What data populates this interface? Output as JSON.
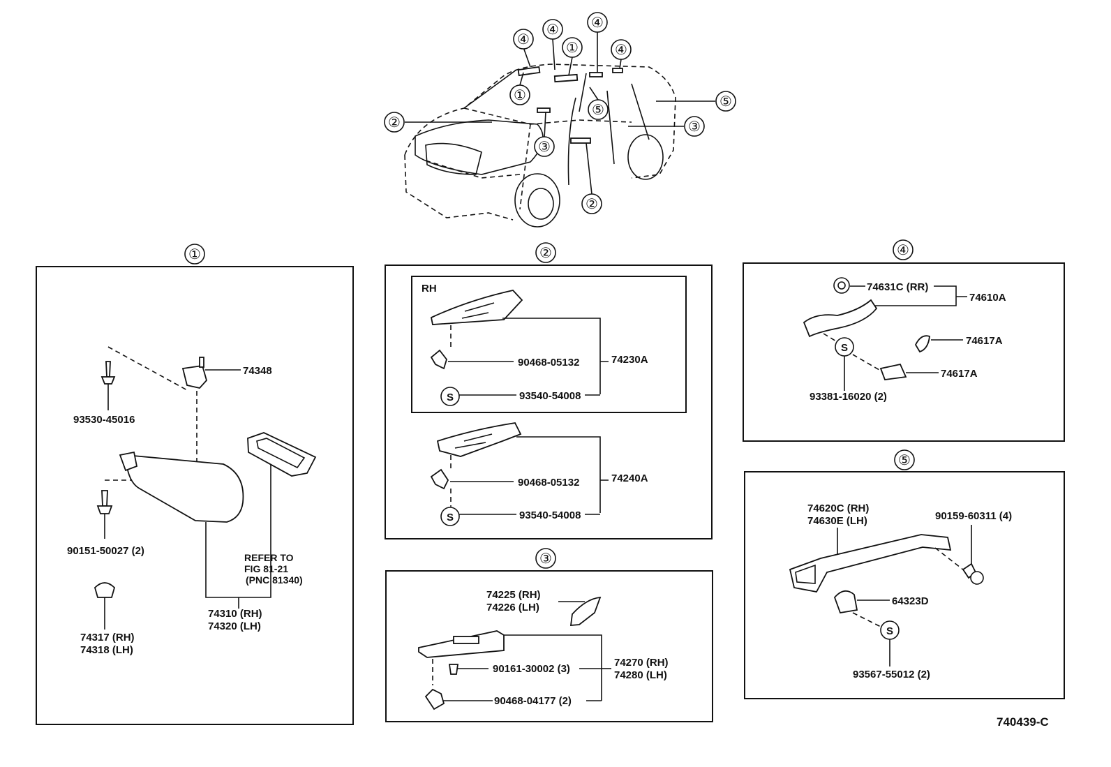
{
  "overview": {
    "callouts": [
      "④",
      "④",
      "①",
      "④",
      "④",
      "①",
      "②",
      "⑤",
      "⑤",
      "③",
      "③",
      "②"
    ]
  },
  "sections": {
    "s1": {
      "heading": "①",
      "labels": {
        "p74348": "74348",
        "p93530": "93530-45016",
        "p90151": "90151-50027 (2)",
        "refer1": "REFER TO",
        "refer2": "FIG 81-21",
        "refer3": "(PNC 81340)",
        "p74310": "74310 (RH)",
        "p74320": "74320 (LH)",
        "p74317": "74317 (RH)",
        "p74318": "74318 (LH)"
      }
    },
    "s2": {
      "heading": "②",
      "rh": "RH",
      "labels": {
        "a_clip": "90468-05132",
        "a_s": "93540-54008",
        "a_asm": "74230A",
        "b_clip": "90468-05132",
        "b_s": "93540-54008",
        "b_asm": "74240A"
      },
      "s_symbol": "S"
    },
    "s3": {
      "heading": "③",
      "labels": {
        "p74225": "74225 (RH)",
        "p74226": "74226 (LH)",
        "p90161": "90161-30002 (3)",
        "p90468": "90468-04177 (2)",
        "p74270": "74270 (RH)",
        "p74280": "74280 (LH)"
      }
    },
    "s4": {
      "heading": "④",
      "labels": {
        "p74631c": "74631C (RR)",
        "p74610a": "74610A",
        "p74617a_1": "74617A",
        "p74617a_2": "74617A",
        "p93381": "93381-16020 (2)"
      },
      "s_symbol": "S"
    },
    "s5": {
      "heading": "⑤",
      "labels": {
        "p74620c": "74620C (RH)",
        "p74630e": "74630E (LH)",
        "p90159": "90159-60311 (4)",
        "p64323d": "64323D",
        "p93567": "93567-55012 (2)"
      },
      "s_symbol": "S"
    }
  },
  "figure_code": "740439-C"
}
